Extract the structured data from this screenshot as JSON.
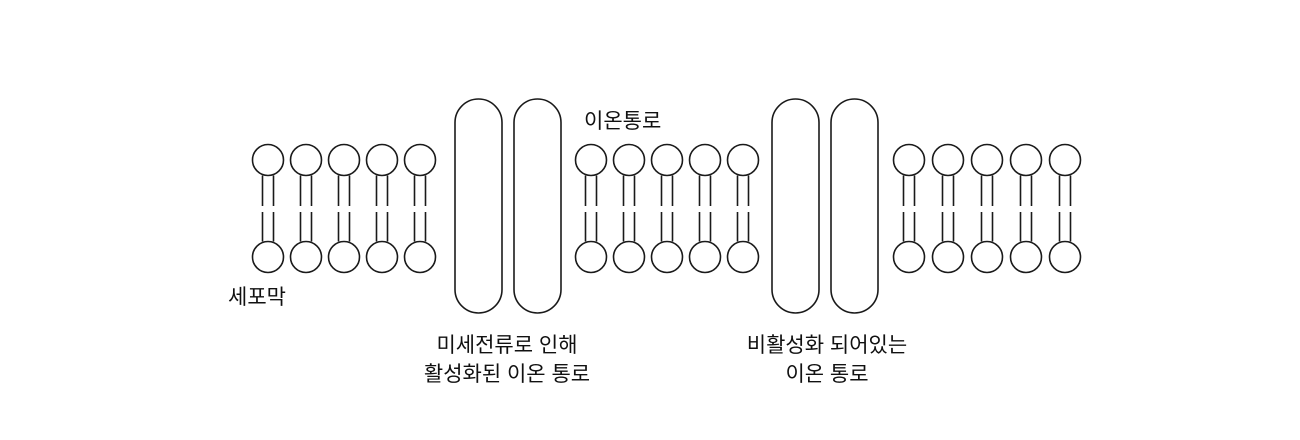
{
  "diagram": {
    "background_color": "#ffffff",
    "stroke_color": "#1a1a1a",
    "fill_color": "#ffffff",
    "labels": {
      "ion_channel": "이온통로",
      "cell_membrane": "세포막",
      "activated_channel_line1": "미세전류로 인해",
      "activated_channel_line2": "활성화된 이온 통로",
      "inactive_channel_line1": "비활성화 되어있는",
      "inactive_channel_line2": "이온 통로"
    },
    "structure": {
      "lipid_groups": 3,
      "lipids_per_group": 5,
      "ion_channels": 2,
      "pills_per_channel": 2,
      "description": "phospholipid-bilayer-with-two-ion-channels"
    }
  }
}
